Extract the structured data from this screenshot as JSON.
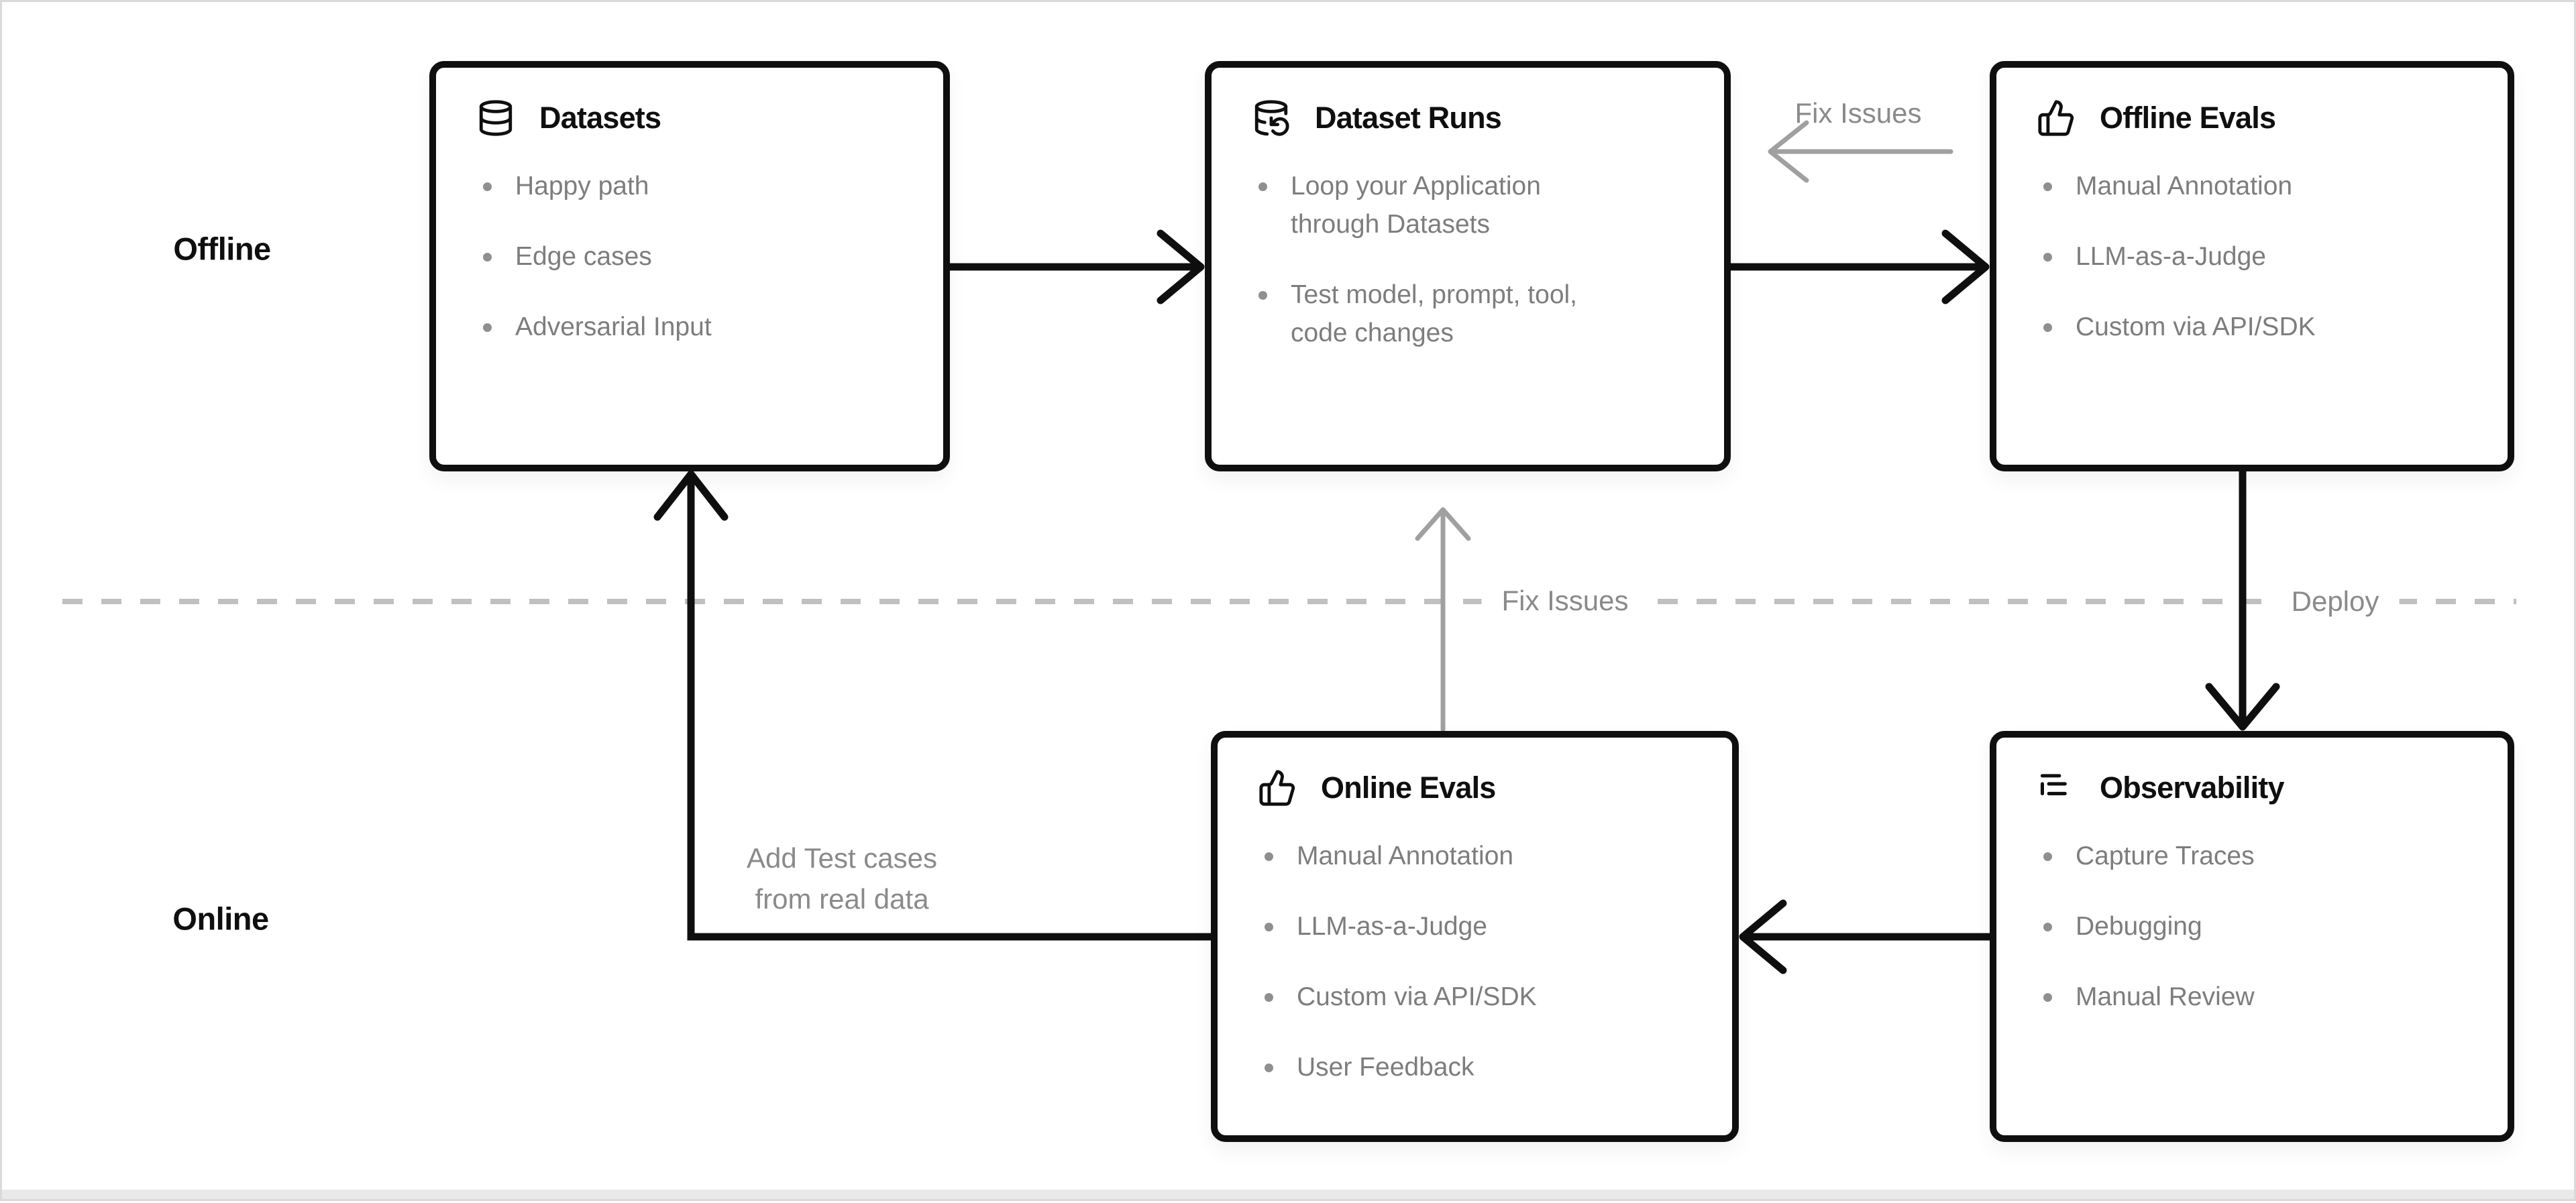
{
  "diagram": {
    "lanes": {
      "offline": "Offline",
      "online": "Online"
    },
    "boxes": [
      {
        "title": "Datasets",
        "icon": "database-icon",
        "items": [
          "Happy path",
          "Edge cases",
          "Adversarial Input"
        ]
      },
      {
        "title": "Dataset Runs",
        "icon": "database-refresh-icon",
        "items": [
          "Loop your Application\nthrough Datasets",
          "Test model, prompt, tool,\ncode changes"
        ]
      },
      {
        "title": "Offline Evals",
        "icon": "thumbs-up-icon",
        "items": [
          "Manual Annotation",
          "LLM-as-a-Judge",
          "Custom via API/SDK"
        ]
      },
      {
        "title": "Online Evals",
        "icon": "thumbs-up-icon",
        "items": [
          "Manual Annotation",
          "LLM-as-a-Judge",
          "Custom via API/SDK",
          "User Feedback"
        ]
      },
      {
        "title": "Observability",
        "icon": "list-tree-icon",
        "items": [
          "Capture Traces",
          "Debugging",
          "Manual Review"
        ]
      }
    ],
    "labels": {
      "fix_issues_top": "Fix Issues",
      "fix_issues_mid": "Fix Issues",
      "deploy": "Deploy",
      "add_test_cases": "Add Test cases\nfrom real data"
    },
    "colors": {
      "box_border": "#0f0f0f",
      "title_text": "#0f0f0f",
      "bullet_text": "#7d7d7d",
      "muted_label": "#8a8a8a",
      "dashed_line": "#c0c0c0",
      "gray_arrow": "#a0a0a0",
      "black_arrow": "#0f0f0f",
      "background": "#ffffff",
      "bottom_bar": "#e9e9e9"
    }
  }
}
